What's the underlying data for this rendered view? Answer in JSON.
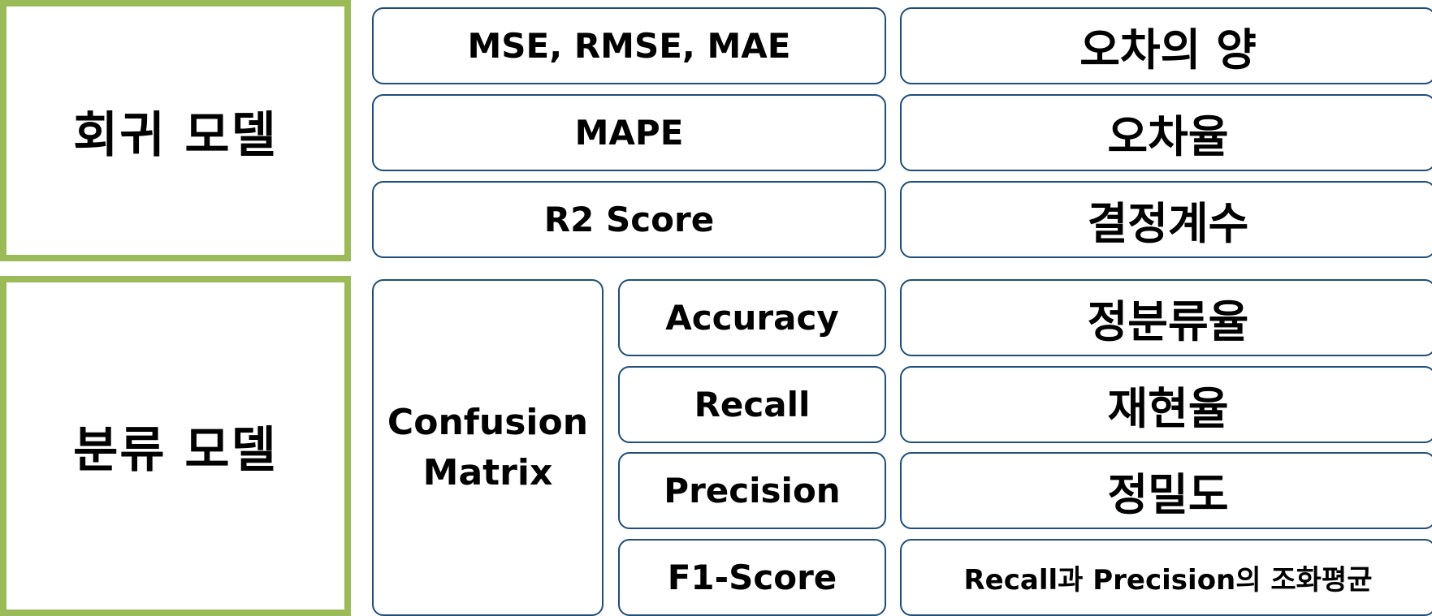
{
  "regression": {
    "title": "회귀 모델",
    "rows": [
      {
        "metric": "MSE, RMSE, MAE",
        "meaning": "오차의 양"
      },
      {
        "metric": "MAPE",
        "meaning": "오차율"
      },
      {
        "metric": "R2 Score",
        "meaning": "결정계수"
      }
    ]
  },
  "classification": {
    "title": "분류 모델",
    "group_line1": "Confusion",
    "group_line2": "Matrix",
    "rows": [
      {
        "metric": "Accuracy",
        "meaning": "정분류율"
      },
      {
        "metric": "Recall",
        "meaning": "재현율"
      },
      {
        "metric": "Precision",
        "meaning": "정밀도"
      },
      {
        "metric": "F1-Score",
        "meaning": "Recall과 Precision의 조화평균"
      }
    ]
  },
  "colors": {
    "category_border": "#9bbb59",
    "box_border": "#1f4e79"
  }
}
